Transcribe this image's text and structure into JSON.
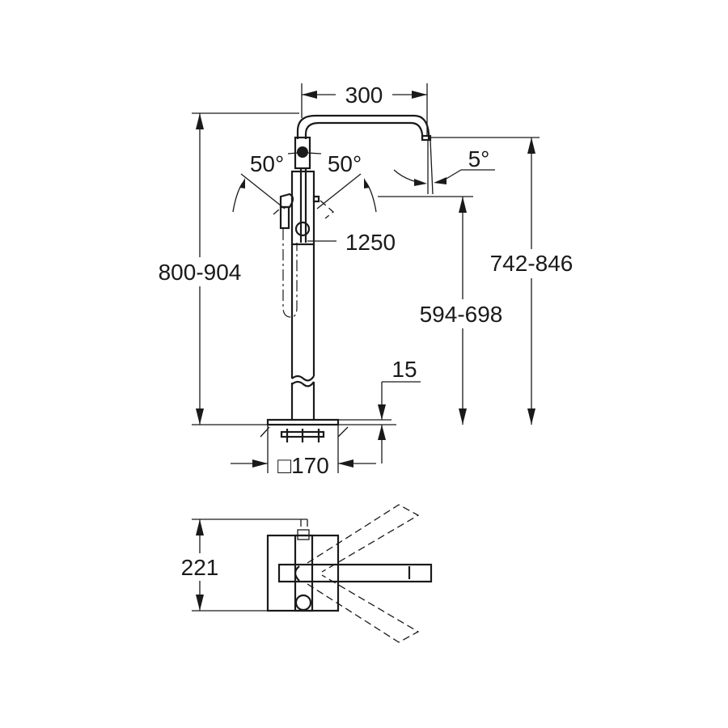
{
  "drawing": {
    "title": "Freestanding bath mixer dimension drawing",
    "dimensions": {
      "spout_reach": "300",
      "lever_angle_left": "50°",
      "lever_angle_right": "50°",
      "spout_angle": "5°",
      "hose_length": "1250",
      "total_height": "800-904",
      "spout_outlet_height": "742-846",
      "spout_clearance_height": "594-698",
      "base_plate_thickness": "15",
      "base_plate_size": "□170",
      "top_view_depth": "221"
    }
  }
}
